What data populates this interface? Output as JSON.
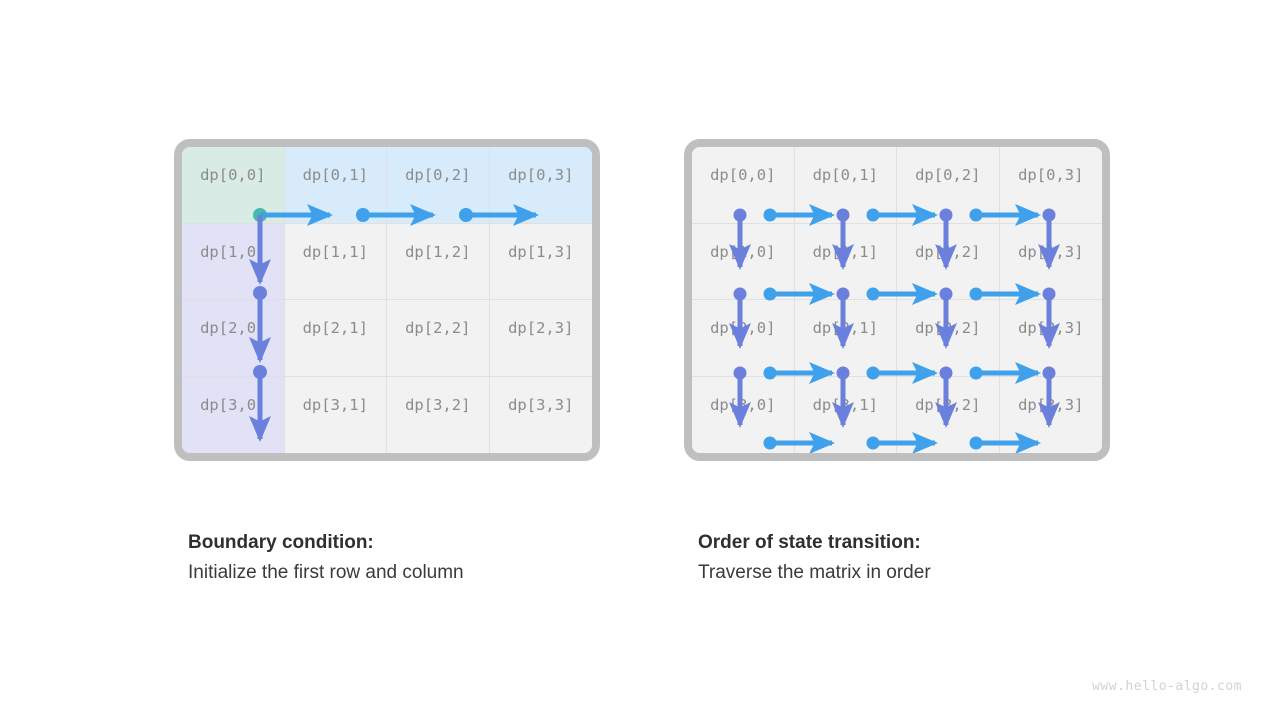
{
  "page": {
    "background": "#ffffff",
    "watermark": "www.hello-algo.com"
  },
  "colors": {
    "frame_border": "#bfbfbf",
    "cell_background": "#f2f2f2",
    "cell_gridline": "#e0e0e0",
    "cell_text": "#8c8c8c",
    "fill_green": "#d8ebe5",
    "fill_blue": "#d7ebfa",
    "fill_purple": "#e1e2f5",
    "arrow_horizontal": "#3fa0ec",
    "arrow_vertical": "#6b7fdd",
    "dot_start_green": "#49b9a9",
    "caption_title": "#2f2f2f",
    "caption_body": "#3a3a3a",
    "watermark_text": "#d2d2d2"
  },
  "panels": [
    {
      "id": "boundary-condition",
      "rows": 4,
      "cols": 4,
      "cells": [
        [
          {
            "label": "dp[0,0]",
            "fill": "green"
          },
          {
            "label": "dp[0,1]",
            "fill": "blue"
          },
          {
            "label": "dp[0,2]",
            "fill": "blue"
          },
          {
            "label": "dp[0,3]",
            "fill": "blue"
          }
        ],
        [
          {
            "label": "dp[1,0]",
            "fill": "purple"
          },
          {
            "label": "dp[1,1]",
            "fill": "none"
          },
          {
            "label": "dp[1,2]",
            "fill": "none"
          },
          {
            "label": "dp[1,3]",
            "fill": "none"
          }
        ],
        [
          {
            "label": "dp[2,0]",
            "fill": "purple"
          },
          {
            "label": "dp[2,1]",
            "fill": "none"
          },
          {
            "label": "dp[2,2]",
            "fill": "none"
          },
          {
            "label": "dp[2,3]",
            "fill": "none"
          }
        ],
        [
          {
            "label": "dp[3,0]",
            "fill": "purple"
          },
          {
            "label": "dp[3,1]",
            "fill": "none"
          },
          {
            "label": "dp[3,2]",
            "fill": "none"
          },
          {
            "label": "dp[3,3]",
            "fill": "none"
          }
        ]
      ],
      "caption": {
        "title": "Boundary condition:",
        "body": "Initialize the first row and column"
      }
    },
    {
      "id": "state-transition-order",
      "rows": 4,
      "cols": 4,
      "cells": [
        [
          {
            "label": "dp[0,0]",
            "fill": "none"
          },
          {
            "label": "dp[0,1]",
            "fill": "none"
          },
          {
            "label": "dp[0,2]",
            "fill": "none"
          },
          {
            "label": "dp[0,3]",
            "fill": "none"
          }
        ],
        [
          {
            "label": "dp[1,0]",
            "fill": "none"
          },
          {
            "label": "dp[1,1]",
            "fill": "none"
          },
          {
            "label": "dp[1,2]",
            "fill": "none"
          },
          {
            "label": "dp[1,3]",
            "fill": "none"
          }
        ],
        [
          {
            "label": "dp[2,0]",
            "fill": "none"
          },
          {
            "label": "dp[2,1]",
            "fill": "none"
          },
          {
            "label": "dp[2,2]",
            "fill": "none"
          },
          {
            "label": "dp[2,3]",
            "fill": "none"
          }
        ],
        [
          {
            "label": "dp[3,0]",
            "fill": "none"
          },
          {
            "label": "dp[3,1]",
            "fill": "none"
          },
          {
            "label": "dp[3,2]",
            "fill": "none"
          },
          {
            "label": "dp[3,3]",
            "fill": "none"
          }
        ]
      ],
      "caption": {
        "title": "Order of state transition:",
        "body": "Traverse the matrix in order"
      }
    }
  ]
}
